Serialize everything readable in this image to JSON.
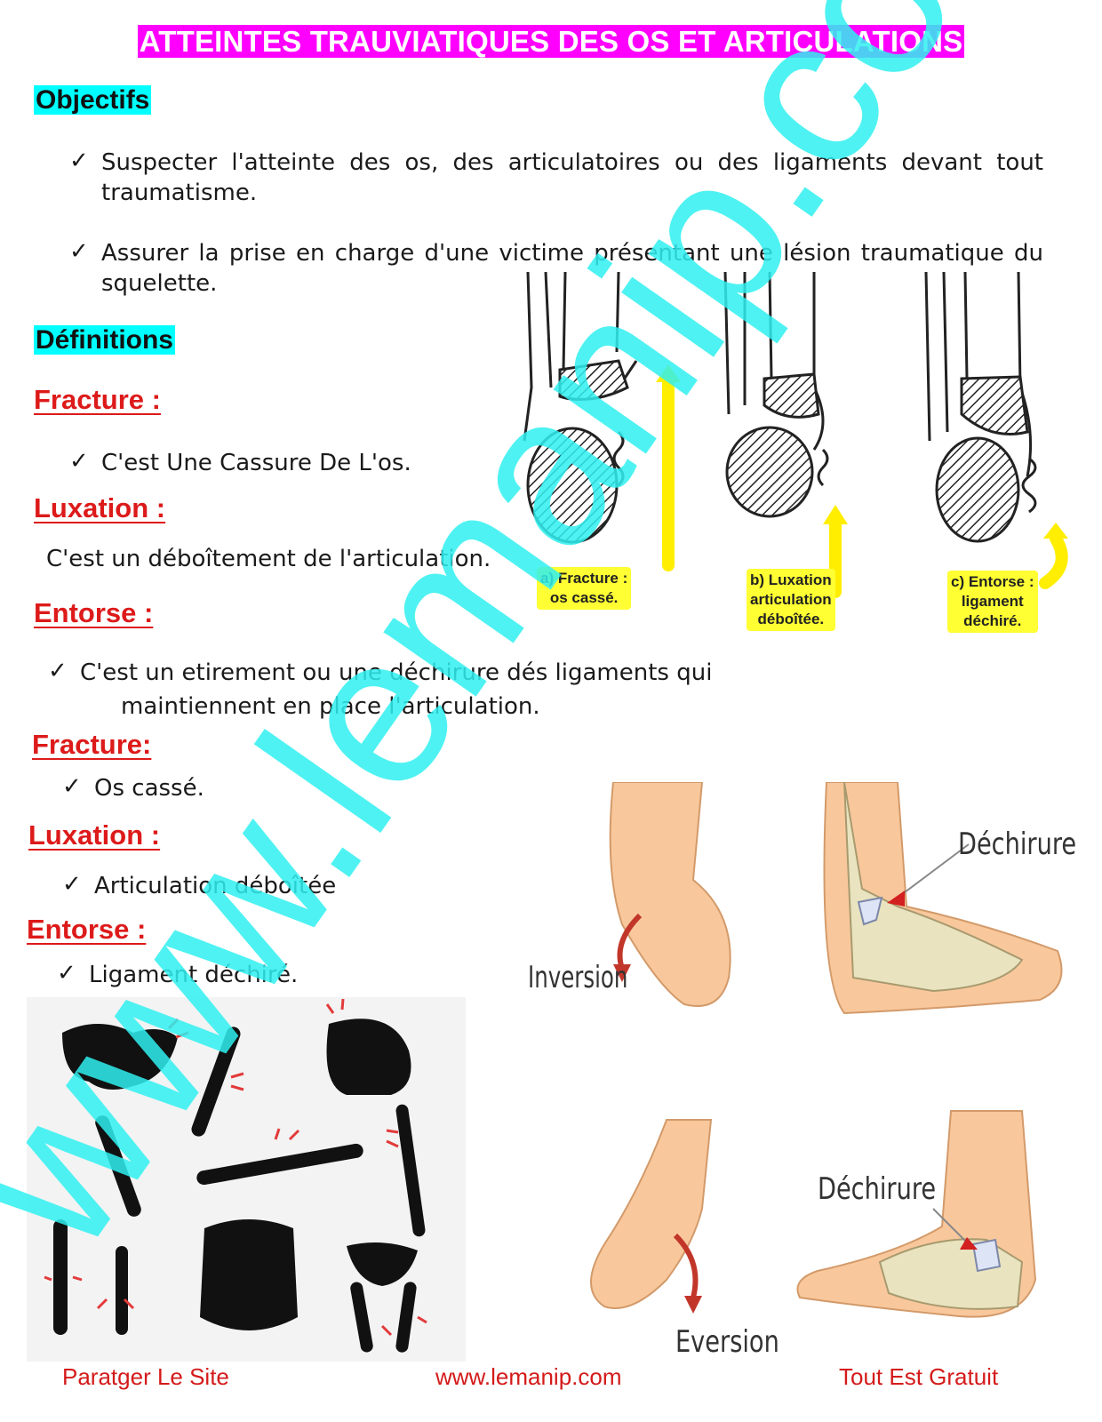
{
  "title": "ATTEINTES TRAUVIATIQUES DES OS ET ARTICULATIONS",
  "objectifs": {
    "heading": "Objectifs",
    "items": [
      "Suspecter l'atteinte des os, des articulatoires ou des ligaments devant tout traumatisme.",
      "Assurer la prise en charge d'une victime présentant une lésion traumatique du squelette."
    ]
  },
  "definitions": {
    "heading": "Définitions",
    "fracture_head": "Fracture :",
    "fracture_text": "C'est Une Cassure De L'os.",
    "luxation_head": "Luxation :",
    "luxation_text": "C'est un déboîtement de l'articulation.",
    "entorse_head": "Entorse :",
    "entorse_text_1": "C'est un etirement ou une déchirure dés ligaments qui",
    "entorse_text_2": "maintiennent en place l'articulation."
  },
  "summary": {
    "fracture_head": "Fracture:",
    "fracture_text": "Os cassé.",
    "luxation_head": "Luxation :",
    "luxation_text": "Articulation déboîtée",
    "entorse_head": "Entorse :",
    "entorse_text": "Ligament déchiré."
  },
  "figure_top": {
    "label_a_1": "a) Fracture :",
    "label_a_2": "os cassé.",
    "label_b_1": "b) Luxation",
    "label_b_2": "articulation",
    "label_b_3": "déboîtée.",
    "label_c_1": "c) Entorse :",
    "label_c_2": "ligament",
    "label_c_3": "déchiré."
  },
  "feet": {
    "inversion": "Inversion",
    "eversion": "Eversion",
    "dechirure_1": "Déchirure",
    "dechirure_2": "Déchirure"
  },
  "footer": {
    "left": "Paratger Le Site",
    "center": "www.lemanip.com",
    "right": "Tout Est Gratuit"
  },
  "watermark": "www.lemanip.com",
  "colors": {
    "title_bg": "#ff00ff",
    "section_bg": "#00ffff",
    "red_heading": "#dd1a1a",
    "label_bg": "#ffff33",
    "watermark": "#33f0f0"
  }
}
